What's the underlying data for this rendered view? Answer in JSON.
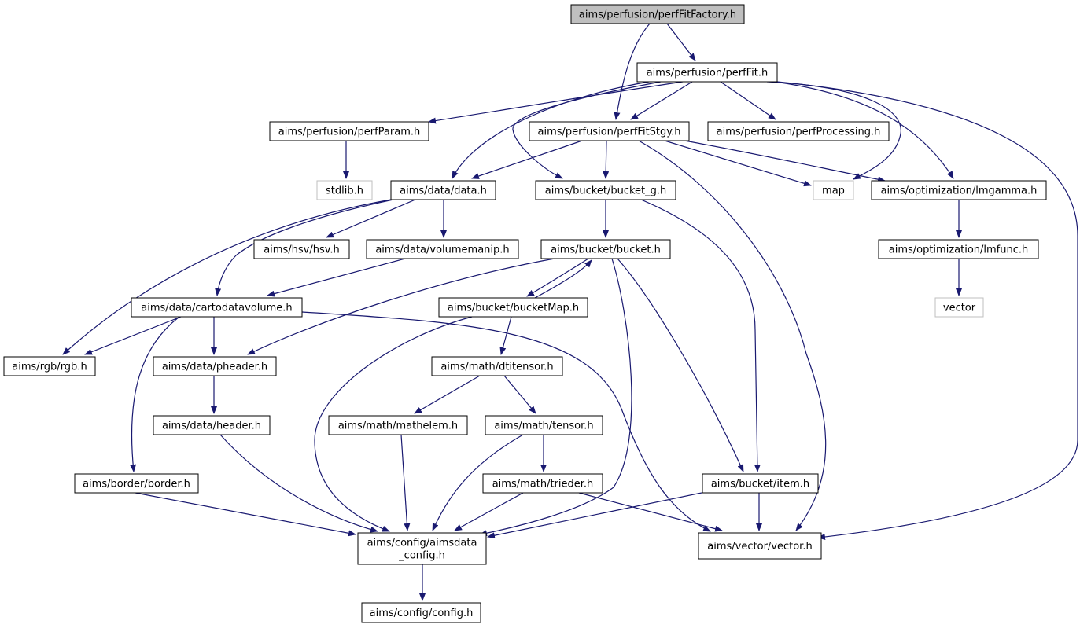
{
  "diagram": {
    "type": "include-dependency-graph",
    "colors": {
      "edge": "#191970",
      "root_fill": "#bfbfbf",
      "node_fill": "#ffffff",
      "node_border": "#000000",
      "external_border": "#bfbfbf",
      "external_text": "#404040"
    },
    "nodes": [
      {
        "id": "perffitfactory",
        "label": "aims/perfusion/perfFitFactory.h",
        "kind": "root"
      },
      {
        "id": "perffit",
        "label": "aims/perfusion/perfFit.h",
        "kind": "file"
      },
      {
        "id": "perfparam",
        "label": "aims/perfusion/perfParam.h",
        "kind": "file"
      },
      {
        "id": "perffitstgy",
        "label": "aims/perfusion/perfFitStgy.h",
        "kind": "file"
      },
      {
        "id": "perfprocessing",
        "label": "aims/perfusion/perfProcessing.h",
        "kind": "file"
      },
      {
        "id": "stdlib",
        "label": "stdlib.h",
        "kind": "external"
      },
      {
        "id": "data",
        "label": "aims/data/data.h",
        "kind": "file"
      },
      {
        "id": "bucket_g",
        "label": "aims/bucket/bucket_g.h",
        "kind": "file"
      },
      {
        "id": "map",
        "label": "map",
        "kind": "external"
      },
      {
        "id": "lmgamma",
        "label": "aims/optimization/lmgamma.h",
        "kind": "file"
      },
      {
        "id": "hsv",
        "label": "aims/hsv/hsv.h",
        "kind": "file"
      },
      {
        "id": "volumemanip",
        "label": "aims/data/volumemanip.h",
        "kind": "file"
      },
      {
        "id": "bucket",
        "label": "aims/bucket/bucket.h",
        "kind": "file"
      },
      {
        "id": "lmfunc",
        "label": "aims/optimization/lmfunc.h",
        "kind": "file"
      },
      {
        "id": "cartodatavolume",
        "label": "aims/data/cartodatavolume.h",
        "kind": "file"
      },
      {
        "id": "bucketmap",
        "label": "aims/bucket/bucketMap.h",
        "kind": "file"
      },
      {
        "id": "vector",
        "label": "vector",
        "kind": "external"
      },
      {
        "id": "rgb",
        "label": "aims/rgb/rgb.h",
        "kind": "file"
      },
      {
        "id": "pheader",
        "label": "aims/data/pheader.h",
        "kind": "file"
      },
      {
        "id": "dtitensor",
        "label": "aims/math/dtitensor.h",
        "kind": "file"
      },
      {
        "id": "header",
        "label": "aims/data/header.h",
        "kind": "file"
      },
      {
        "id": "mathelem",
        "label": "aims/math/mathelem.h",
        "kind": "file"
      },
      {
        "id": "tensor",
        "label": "aims/math/tensor.h",
        "kind": "file"
      },
      {
        "id": "border",
        "label": "aims/border/border.h",
        "kind": "file"
      },
      {
        "id": "trieder",
        "label": "aims/math/trieder.h",
        "kind": "file"
      },
      {
        "id": "item",
        "label": "aims/bucket/item.h",
        "kind": "file"
      },
      {
        "id": "aimsdata_config",
        "label": "aims/config/aimsdata\n_config.h",
        "kind": "file"
      },
      {
        "id": "vectorh",
        "label": "aims/vector/vector.h",
        "kind": "file"
      },
      {
        "id": "config",
        "label": "aims/config/config.h",
        "kind": "file"
      }
    ],
    "edges": [
      {
        "from": "perffitfactory",
        "to": "perffit"
      },
      {
        "from": "perffitfactory",
        "to": "perffitstgy"
      },
      {
        "from": "perffit",
        "to": "perfparam"
      },
      {
        "from": "perffit",
        "to": "perffitstgy"
      },
      {
        "from": "perffit",
        "to": "perfprocessing"
      },
      {
        "from": "perffit",
        "to": "data"
      },
      {
        "from": "perffit",
        "to": "bucket_g"
      },
      {
        "from": "perffit",
        "to": "map"
      },
      {
        "from": "perffit",
        "to": "lmgamma"
      },
      {
        "from": "perffit",
        "to": "vectorh"
      },
      {
        "from": "perfparam",
        "to": "stdlib"
      },
      {
        "from": "perffitstgy",
        "to": "data"
      },
      {
        "from": "perffitstgy",
        "to": "bucket_g"
      },
      {
        "from": "perffitstgy",
        "to": "map"
      },
      {
        "from": "perffitstgy",
        "to": "lmgamma"
      },
      {
        "from": "perffitstgy",
        "to": "vectorh"
      },
      {
        "from": "data",
        "to": "hsv"
      },
      {
        "from": "data",
        "to": "volumemanip"
      },
      {
        "from": "data",
        "to": "cartodatavolume"
      },
      {
        "from": "data",
        "to": "rgb"
      },
      {
        "from": "bucket_g",
        "to": "bucket"
      },
      {
        "from": "bucket_g",
        "to": "item"
      },
      {
        "from": "lmgamma",
        "to": "lmfunc"
      },
      {
        "from": "lmfunc",
        "to": "vector"
      },
      {
        "from": "volumemanip",
        "to": "cartodatavolume"
      },
      {
        "from": "bucket",
        "to": "bucketmap"
      },
      {
        "from": "bucket",
        "to": "pheader"
      },
      {
        "from": "bucket",
        "to": "item"
      },
      {
        "from": "bucket",
        "to": "aimsdata_config"
      },
      {
        "from": "bucketmap",
        "to": "bucket"
      },
      {
        "from": "bucketmap",
        "to": "dtitensor"
      },
      {
        "from": "bucketmap",
        "to": "aimsdata_config"
      },
      {
        "from": "cartodatavolume",
        "to": "rgb"
      },
      {
        "from": "cartodatavolume",
        "to": "pheader"
      },
      {
        "from": "cartodatavolume",
        "to": "border"
      },
      {
        "from": "cartodatavolume",
        "to": "vectorh"
      },
      {
        "from": "pheader",
        "to": "header"
      },
      {
        "from": "header",
        "to": "aimsdata_config"
      },
      {
        "from": "dtitensor",
        "to": "mathelem"
      },
      {
        "from": "dtitensor",
        "to": "tensor"
      },
      {
        "from": "mathelem",
        "to": "aimsdata_config"
      },
      {
        "from": "tensor",
        "to": "trieder"
      },
      {
        "from": "tensor",
        "to": "aimsdata_config"
      },
      {
        "from": "trieder",
        "to": "aimsdata_config"
      },
      {
        "from": "trieder",
        "to": "vectorh"
      },
      {
        "from": "border",
        "to": "aimsdata_config"
      },
      {
        "from": "item",
        "to": "aimsdata_config"
      },
      {
        "from": "item",
        "to": "vectorh"
      },
      {
        "from": "aimsdata_config",
        "to": "config"
      }
    ]
  }
}
